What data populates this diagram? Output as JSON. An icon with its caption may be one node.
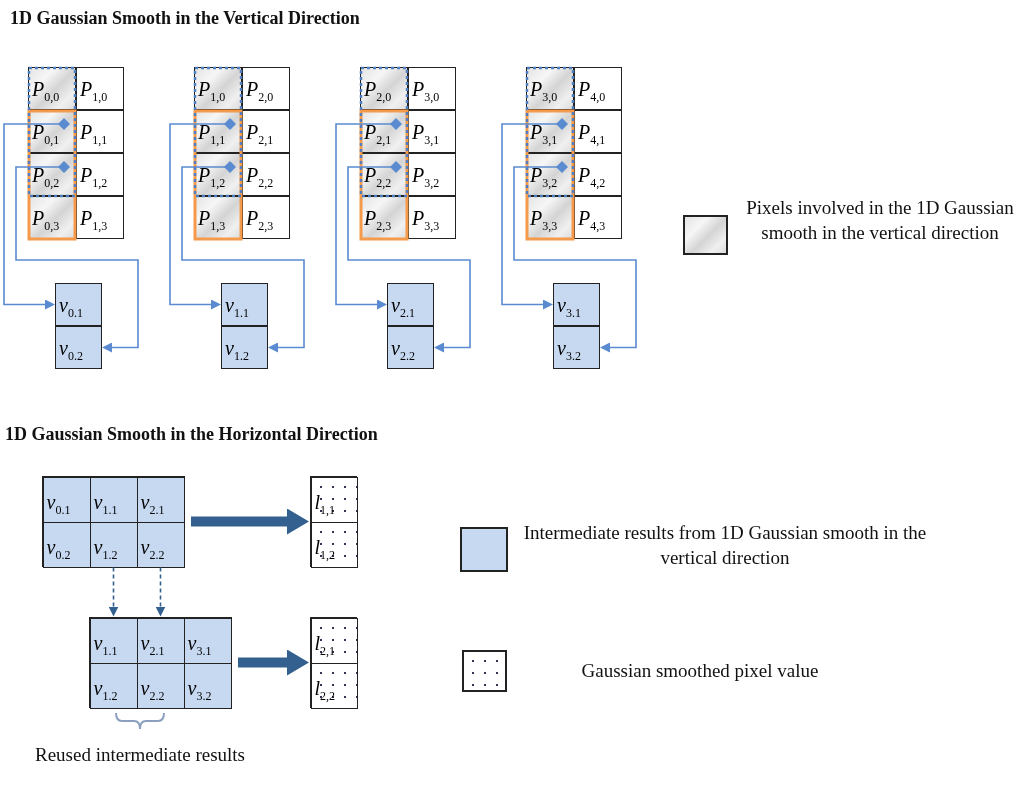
{
  "diagram": {
    "nodes": [
      {
        "text": [
          "*P*$_{0,0}$"
        ]
      },
      {
        "text": [
          "*P*$_{1,0}$"
        ]
      },
      {
        "text": [
          "*P*$_{0,1}$"
        ]
      },
      {
        "text": [
          "*P*$_{1,1}$"
        ]
      },
      {
        "text": [
          "*P*$_{0,2}$"
        ]
      },
      {
        "text": [
          "*P*$_{1,2}$"
        ]
      },
      {
        "text": [
          "*P*$_{0,3}$"
        ]
      },
      {
        "text": [
          "*P*$_{1,3}$"
        ]
      },
      {
        "text": [
          "*v*$_{0.1}$"
        ]
      },
      {
        "text": [
          "*v*$_{0.2}$"
        ]
      },
      {
        "text": [
          "*P*$_{1,0}$"
        ]
      },
      {
        "text": [
          "*P*$_{2,0}$"
        ]
      },
      {
        "text": [
          "*P*$_{1,1}$"
        ]
      },
      {
        "text": [
          "*P*$_{2,1}$"
        ]
      },
      {
        "text": [
          "*P*$_{1,2}$"
        ]
      },
      {
        "text": [
          "*P*$_{2,2}$"
        ]
      },
      {
        "text": [
          "*P*$_{1,3}$"
        ]
      },
      {
        "text": [
          "*P*$_{2,3}$"
        ]
      },
      {
        "text": [
          "*v*$_{1.1}$"
        ]
      },
      {
        "text": [
          "*v*$_{1.2}$"
        ]
      },
      {
        "text": [
          "*P*$_{2,0}$"
        ]
      },
      {
        "text": [
          "*P*$_{3,0}$"
        ]
      },
      {
        "text": [
          "*P*$_{2,1}$"
        ]
      },
      {
        "text": [
          "*P*$_{3,1}$"
        ]
      },
      {
        "text": [
          "*P*$_{2,2}$"
        ]
      },
      {
        "text": [
          "*P*$_{3,2}$"
        ]
      },
      {
        "text": [
          "*P*$_{2,3}$"
        ]
      },
      {
        "text": [
          "*P*$_{3,3}$"
        ]
      },
      {
        "text": [
          "*v*$_{2.1}$"
        ]
      },
      {
        "text": [
          "*v*$_{2.2}$"
        ]
      },
      {
        "text": [
          "*P*$_{3,0}$"
        ]
      },
      {
        "text": [
          "*P*$_{4,0}$"
        ]
      },
      {
        "text": [
          "*P*$_{3,1}$"
        ]
      },
      {
        "text": [
          "*P*$_{4,1}$"
        ]
      },
      {
        "text": [
          "*P*$_{3,2}$"
        ]
      },
      {
        "text": [
          "*P*$_{4,2}$"
        ]
      },
      {
        "text": [
          "*P*$_{3,3}$"
        ]
      },
      {
        "text": [
          "*P*$_{4,3}$"
        ]
      },
      {
        "text": [
          "*v*$_{3.1}$"
        ]
      },
      {
        "text": [
          "*v*$_{3.2}$"
        ]
      },
      {
        "text": [],
        "shape": "box"
      },
      {
        "text": [
          "*v*$_{0.1}$"
        ],
        "in": 40
      },
      {
        "text": [
          "*v*$_{1.1}$"
        ],
        "in": 40
      },
      {
        "text": [
          "*v*$_{2.1}$"
        ],
        "in": 40
      },
      {
        "text": [
          "*v*$_{0.2}$"
        ],
        "in": 40
      },
      {
        "text": [
          "*v*$_{1.2}$"
        ],
        "in": 40
      },
      {
        "text": [
          "*v*$_{2.2}$"
        ],
        "in": 40
      },
      {
        "text": [],
        "shape": "box"
      },
      {
        "text": [
          "*l*$_{1,1}$"
        ],
        "in": 47
      },
      {
        "text": [
          "*l*$_{1,2}$"
        ],
        "in": 47
      },
      {
        "text": [],
        "shape": "box"
      },
      {
        "text": [
          "*v*$_{1.1}$"
        ],
        "in": 50
      },
      {
        "text": [
          "*v*$_{2.1}$"
        ],
        "in": 50
      },
      {
        "text": [
          "*v*$_{3.1}$"
        ],
        "in": 50
      },
      {
        "text": [
          "*v*$_{1.2}$"
        ],
        "in": 50
      },
      {
        "text": [
          "*v*$_{2.2}$"
        ],
        "in": 50
      },
      {
        "text": [
          "*v*$_{3.2}$"
        ],
        "in": 50
      },
      {
        "text": [],
        "shape": "box"
      },
      {
        "text": [
          "*l*$_{2,1}$"
        ],
        "in": 57
      },
      {
        "text": [
          "*l*$_{2,2}$"
        ],
        "in": 57
      }
    ],
    "edges": [
      {
        "from": 2,
        "to": 8,
        "arrow": "to"
      },
      {
        "from": 4,
        "to": 9,
        "arrow": "to"
      },
      {
        "from": 12,
        "to": 18,
        "arrow": "to"
      },
      {
        "from": 14,
        "to": 19,
        "arrow": "to"
      },
      {
        "from": 22,
        "to": 28,
        "arrow": "to"
      },
      {
        "from": 24,
        "to": 29,
        "arrow": "to"
      },
      {
        "from": 32,
        "to": 38,
        "arrow": "to"
      },
      {
        "from": 34,
        "to": 39,
        "arrow": "to"
      },
      {
        "from": 40,
        "to": 47,
        "arrow": "to",
        "style": "thick",
        "color": "#34608f"
      },
      {
        "from": 45,
        "to": 51,
        "arrow": "to",
        "style": "dashed",
        "color": "#34608f"
      },
      {
        "from": 46,
        "to": 52,
        "arrow": "to",
        "style": "dashed",
        "color": "#34608f"
      },
      {
        "from": 50,
        "to": 57,
        "arrow": "to",
        "style": "thick",
        "color": "#34608f"
      }
    ],
    "labels": [
      "1D Gaussian Smooth in the Vertical Direction",
      "1D Gaussian Smooth in the Horizontal Direction",
      "Reused intermediate results"
    ],
    "legend": [
      {
        "text": "Pixels involved in the 1D Gaussian smooth in the vertical direction"
      },
      {
        "text": "Intermediate results from 1D Gaussian smooth in the vertical direction",
        "color": "#c6d9f1"
      },
      {
        "text": "Gaussian smoothed pixel value"
      }
    ]
  }
}
